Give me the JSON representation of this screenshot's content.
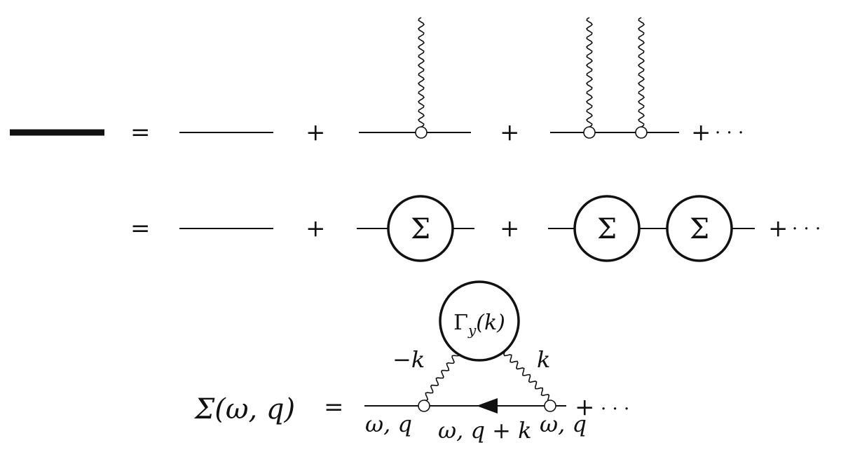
{
  "row1": {
    "equals": "=",
    "plus1": "+",
    "plus2": "+",
    "plus3": "+",
    "ellipsis": "· · ·"
  },
  "row2": {
    "equals": "=",
    "plus1": "+",
    "plus2": "+",
    "plus3": "+",
    "ellipsis": "· · ·",
    "sigma_1": "Σ",
    "sigma_2": "Σ",
    "sigma_3": "Σ"
  },
  "row3": {
    "lhs": "Σ(ω, q)",
    "equals": "=",
    "gamma_label": "Γy(k)",
    "left_momentum": "−k",
    "right_momentum": "k",
    "left_label": "ω, q",
    "middle_label": "ω, q + k",
    "right_label": "ω, q",
    "plus": "+",
    "ellipsis": "· · ·"
  }
}
